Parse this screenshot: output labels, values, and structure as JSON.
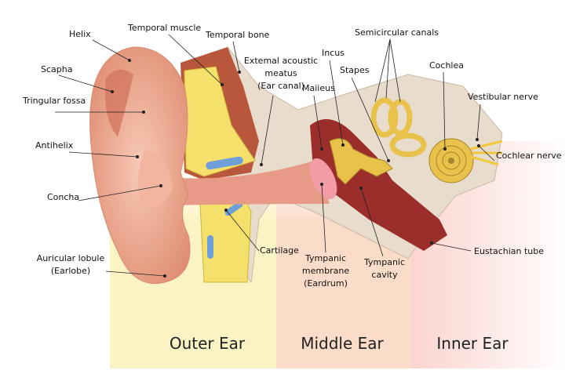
{
  "labels": {
    "helix": "Helix",
    "temporal_muscle": "Temporal muscle",
    "temporal_bone": "Temporal bone",
    "external_meatus": [
      "Extemal acoustic",
      "meatus",
      "(Ear canal)"
    ],
    "incus": "Incus",
    "semicircular_canals": "Semicircular canals",
    "stapes": "Stapes",
    "cochlea": "Cochlea",
    "malleus": "Maiieus",
    "scapha": "Scapha",
    "triangular_fossa": "Tringular fossa",
    "vestibular_nerve": "Vestibular nerve",
    "antihelix": "Antihelix",
    "cochlear_nerve": "Cochlear nerve",
    "concha": "Concha",
    "lobule": [
      "Auricular lobule",
      "(Earlobe)"
    ],
    "cartilage": "Cartilage",
    "tympanic_membrane": [
      "Tympanic",
      "membrane",
      "(Eardrum)"
    ],
    "tympanic_cavity": [
      "Tympanic",
      "cavity"
    ],
    "eustachian_tube": "Eustachian tube"
  },
  "regions": {
    "outer": "Outer Ear",
    "middle": "Middle Ear",
    "inner": "Inner Ear"
  },
  "colors": {
    "outer_bg": "#fbf3c4",
    "middle_bg": "#fbd9c4",
    "inner_bg": "#fbd0cc",
    "skin": "#eba78f",
    "bone": "#e6d9c8",
    "muscle": "#b85a3e",
    "ossicle": "#e8c24a"
  }
}
